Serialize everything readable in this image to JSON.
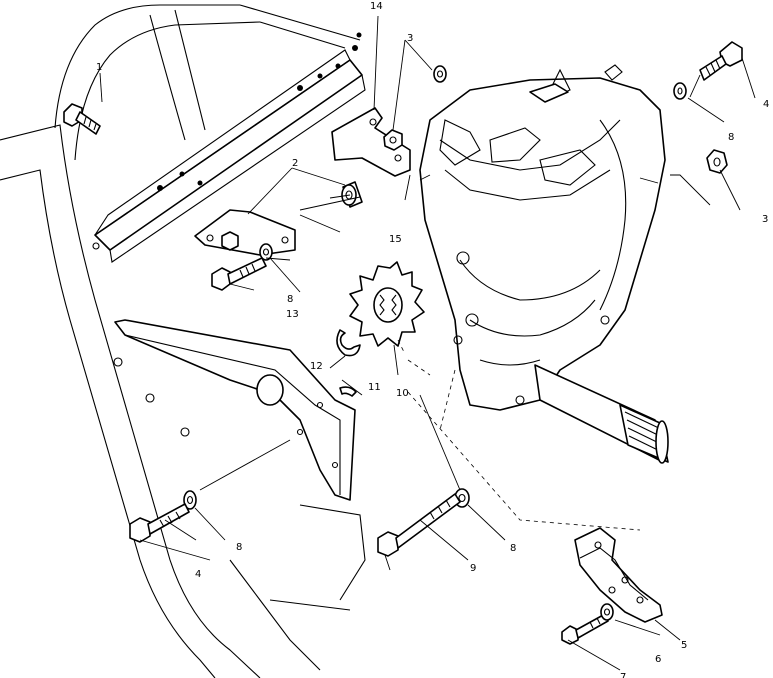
{
  "callouts": [
    {
      "id": "c1",
      "label": "1"
    },
    {
      "id": "c2",
      "label": "2"
    },
    {
      "id": "c3a",
      "label": "3"
    },
    {
      "id": "c3b",
      "label": "3"
    },
    {
      "id": "c4a",
      "label": "4"
    },
    {
      "id": "c4b",
      "label": "4"
    },
    {
      "id": "c5",
      "label": "5"
    },
    {
      "id": "c6",
      "label": "6"
    },
    {
      "id": "c7",
      "label": "7"
    },
    {
      "id": "c8a",
      "label": "8"
    },
    {
      "id": "c8b",
      "label": "8"
    },
    {
      "id": "c8c",
      "label": "8"
    },
    {
      "id": "c8d",
      "label": "8"
    },
    {
      "id": "c9",
      "label": "9"
    },
    {
      "id": "c10",
      "label": "10"
    },
    {
      "id": "c11",
      "label": "11"
    },
    {
      "id": "c12",
      "label": "12"
    },
    {
      "id": "c13",
      "label": "13"
    },
    {
      "id": "c14",
      "label": "14"
    },
    {
      "id": "c15",
      "label": "15"
    }
  ]
}
